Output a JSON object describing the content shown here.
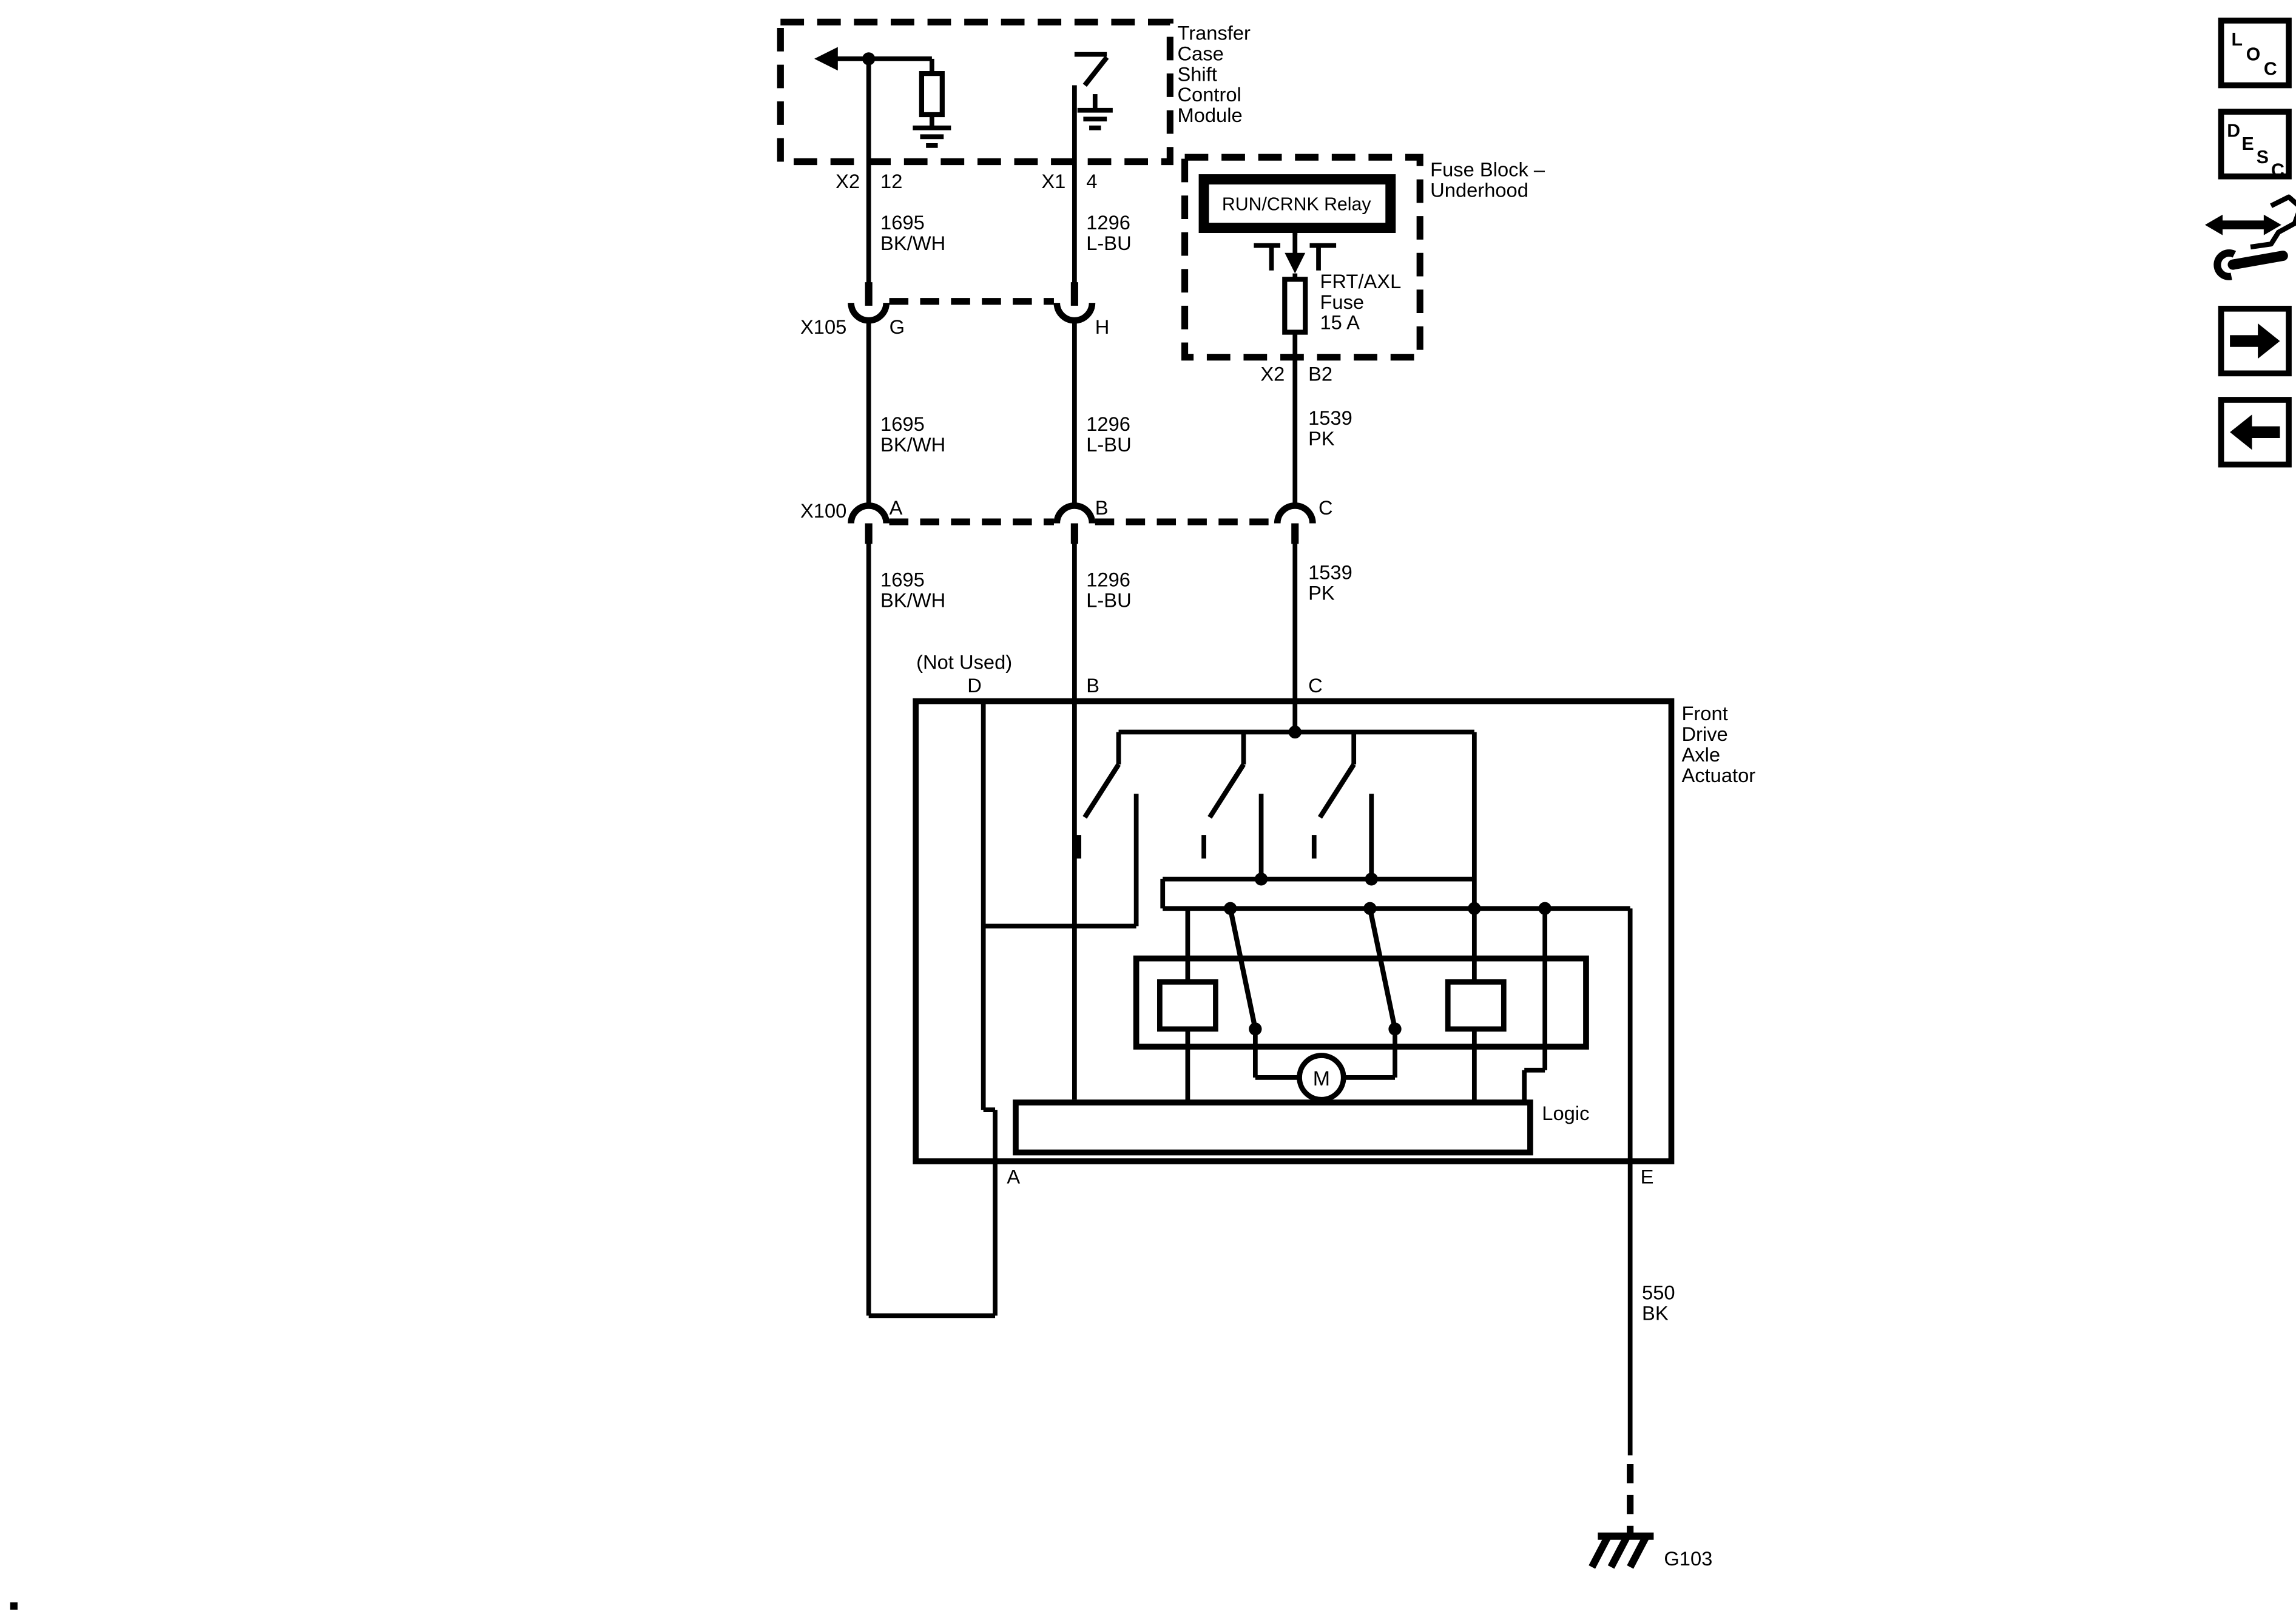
{
  "diagram": {
    "transfer_case_module": {
      "label": [
        "Transfer",
        "Case",
        "Shift",
        "Control",
        "Module"
      ],
      "pins": [
        {
          "conn": "X2",
          "cavity": "12"
        },
        {
          "conn": "X1",
          "cavity": "4"
        }
      ]
    },
    "fuse_block": {
      "label": [
        "Fuse Block –",
        "Underhood"
      ],
      "relay": "RUN/CRNK Relay",
      "fuse": [
        "FRT/AXL",
        "Fuse",
        "15 A"
      ],
      "pin": {
        "conn": "X2",
        "cavity": "B2"
      }
    },
    "inline_connectors": [
      {
        "label": "X105",
        "pins": [
          "G",
          "H"
        ]
      },
      {
        "label": "X100",
        "pins": [
          "A",
          "B",
          "C"
        ]
      }
    ],
    "actuator": {
      "label": [
        "Front",
        "Drive",
        "Axle",
        "Actuator"
      ],
      "top_pins": {
        "not_used": "(Not Used)",
        "d": "D",
        "b": "B",
        "c": "C"
      },
      "bottom_pins": {
        "a": "A",
        "e": "E"
      },
      "logic": "Logic",
      "motor": "M"
    },
    "wires": {
      "w1695": [
        "1695",
        "BK/WH"
      ],
      "w1296": [
        "1296",
        "L-BU"
      ],
      "w1539": [
        "1539",
        "PK"
      ],
      "w550": [
        "550",
        "BK"
      ]
    },
    "ground": {
      "label": "G103"
    }
  },
  "toolbar": {
    "loc_letters": [
      "L",
      "O",
      "C"
    ],
    "desc_letters": [
      "D",
      "E",
      "S",
      "C"
    ]
  }
}
